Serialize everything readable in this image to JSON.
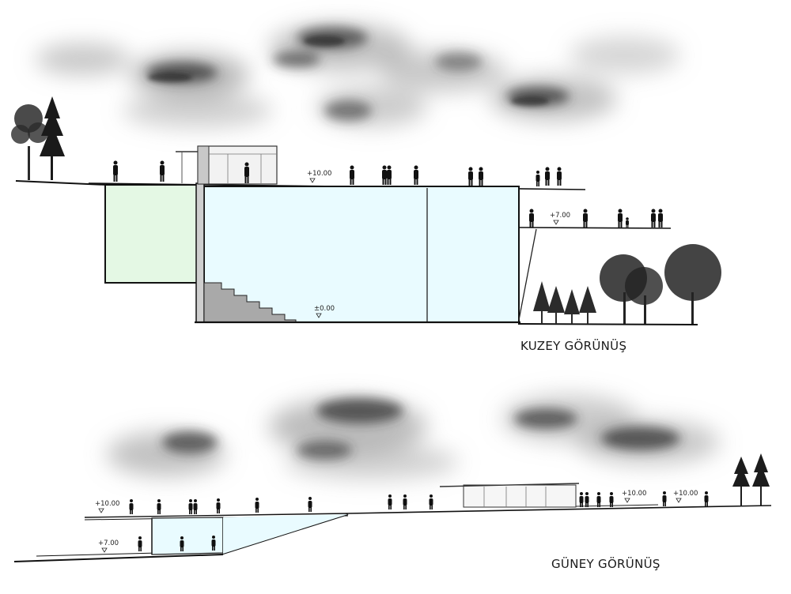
{
  "north_elevation": {
    "title": "KUZEY GÖRÜNÜŞ",
    "level_top": "+10.00",
    "level_mid": "+7.00",
    "level_bottom": "±0.00"
  },
  "south_elevation": {
    "title": "GÜNEY GÖRÜNÜŞ",
    "level_left_top": "+10.00",
    "level_left_low": "+7.00",
    "level_right_1": "+10.00",
    "level_right_2": "+10.00"
  },
  "colors": {
    "glass": "#e9fbff",
    "green_wall": "#e4f8e4",
    "stair": "#a9a9a9",
    "ink": "#111111"
  }
}
